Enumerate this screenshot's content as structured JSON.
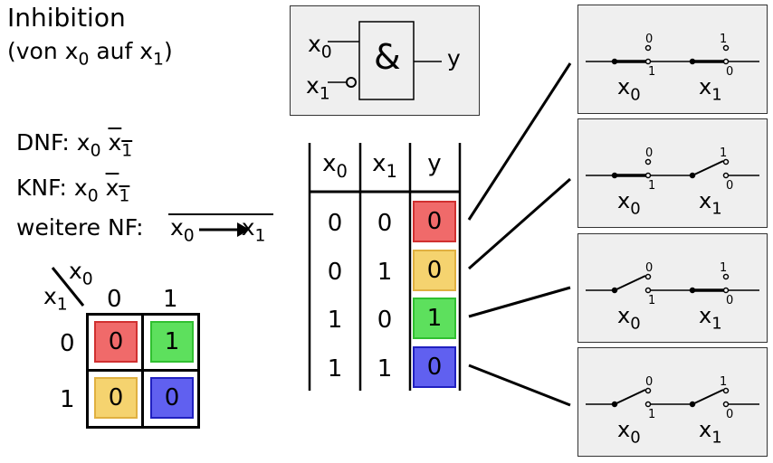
{
  "title": {
    "line1": "Inhibition",
    "line2_pre": "(von x",
    "line2_s0": "0",
    "line2_mid": " auf x",
    "line2_s1": "1",
    "line2_post": ")"
  },
  "forms": {
    "dnf_label": "DNF: x",
    "dnf_s0": "0",
    "dnf_x": "x",
    "dnf_s1": "1",
    "knf_label": "KNF: x",
    "knf_s0": "0",
    "knf_x": "x",
    "knf_s1": "1",
    "weitere_label": "weitere NF:",
    "weitere_x0": "x",
    "weitere_s0": "0",
    "weitere_x1": "x",
    "weitere_s1": "1"
  },
  "gate": {
    "in0": "x",
    "in0_s": "0",
    "in1": "x",
    "in1_s": "1",
    "symbol": "&",
    "out": "y"
  },
  "truth_table": {
    "headers": [
      {
        "v": "x",
        "s": "0"
      },
      {
        "v": "x",
        "s": "1"
      },
      {
        "v": "y",
        "s": ""
      }
    ],
    "rows": [
      [
        "0",
        "0",
        "0"
      ],
      [
        "0",
        "1",
        "0"
      ],
      [
        "1",
        "0",
        "1"
      ],
      [
        "1",
        "1",
        "0"
      ]
    ],
    "row_colors": [
      "#f06a6a",
      "#f5d36f",
      "#5de05d",
      "#6060f0"
    ]
  },
  "kmap": {
    "col_var": "x",
    "col_var_s": "0",
    "row_var": "x",
    "row_var_s": "1",
    "col_labels": [
      "0",
      "1"
    ],
    "row_labels": [
      "0",
      "1"
    ],
    "cells": [
      [
        "0",
        "1"
      ],
      [
        "0",
        "0"
      ]
    ],
    "cell_colors": [
      [
        "#f06a6a",
        "#5de05d"
      ],
      [
        "#f5d36f",
        "#6060f0"
      ]
    ]
  },
  "switches": {
    "x0": "x",
    "x0_s": "0",
    "x1": "x",
    "x1_s": "1",
    "top_contact_0": "0",
    "bottom_contact_0": "1",
    "top_contact_1": "1",
    "bottom_contact_1": "0"
  },
  "colors": {
    "red": "#f06a6a",
    "yellow": "#f5d36f",
    "green": "#5de05d",
    "blue": "#6060f0",
    "panel": "#efefef"
  }
}
